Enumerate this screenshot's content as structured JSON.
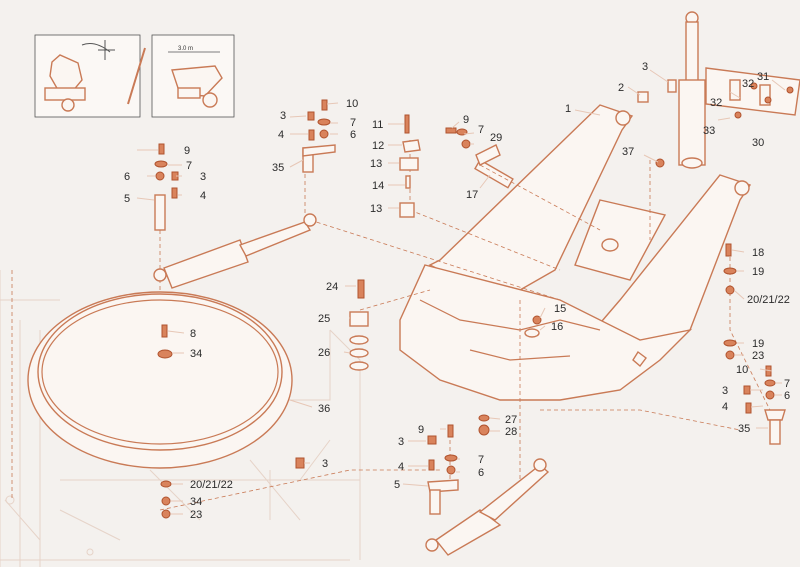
{
  "colors": {
    "background": "#f4f1ee",
    "line": "#c97a56",
    "faint": "#e6d3c8",
    "accent": "#d9835c",
    "text": "#2b2b2b"
  },
  "inset_right": {
    "dimension_label": "3.0 m"
  },
  "callouts": [
    {
      "id": "c1",
      "text": "1"
    },
    {
      "id": "c2",
      "text": "2"
    },
    {
      "id": "c3a",
      "text": "3"
    },
    {
      "id": "c31",
      "text": "31"
    },
    {
      "id": "c32a",
      "text": "32"
    },
    {
      "id": "c32b",
      "text": "32"
    },
    {
      "id": "c33",
      "text": "33"
    },
    {
      "id": "c30",
      "text": "30"
    },
    {
      "id": "c9a",
      "text": "9"
    },
    {
      "id": "c7a",
      "text": "7"
    },
    {
      "id": "c29",
      "text": "29"
    },
    {
      "id": "c37",
      "text": "37"
    },
    {
      "id": "c17",
      "text": "17"
    },
    {
      "id": "c3b",
      "text": "3"
    },
    {
      "id": "c10a",
      "text": "10"
    },
    {
      "id": "c7b",
      "text": "7"
    },
    {
      "id": "c4a",
      "text": "4"
    },
    {
      "id": "c6a",
      "text": "6"
    },
    {
      "id": "c35a",
      "text": "35"
    },
    {
      "id": "c11",
      "text": "11"
    },
    {
      "id": "c12",
      "text": "12"
    },
    {
      "id": "c13a",
      "text": "13"
    },
    {
      "id": "c14",
      "text": "14"
    },
    {
      "id": "c13b",
      "text": "13"
    },
    {
      "id": "c9b",
      "text": "9"
    },
    {
      "id": "c7c",
      "text": "7"
    },
    {
      "id": "c6b",
      "text": "6"
    },
    {
      "id": "c3c",
      "text": "3"
    },
    {
      "id": "c5a",
      "text": "5"
    },
    {
      "id": "c4b",
      "text": "4"
    },
    {
      "id": "c18",
      "text": "18"
    },
    {
      "id": "c19a",
      "text": "19"
    },
    {
      "id": "c202122a",
      "text": "20/21/22"
    },
    {
      "id": "c24",
      "text": "24"
    },
    {
      "id": "c25",
      "text": "25"
    },
    {
      "id": "c26",
      "text": "26"
    },
    {
      "id": "c15",
      "text": "15"
    },
    {
      "id": "c16",
      "text": "16"
    },
    {
      "id": "c8",
      "text": "8"
    },
    {
      "id": "c34a",
      "text": "34"
    },
    {
      "id": "c36",
      "text": "36"
    },
    {
      "id": "c19b",
      "text": "19"
    },
    {
      "id": "c23a",
      "text": "23"
    },
    {
      "id": "c10b",
      "text": "10"
    },
    {
      "id": "c3d",
      "text": "3"
    },
    {
      "id": "c7d",
      "text": "7"
    },
    {
      "id": "c4c",
      "text": "4"
    },
    {
      "id": "c6c",
      "text": "6"
    },
    {
      "id": "c35b",
      "text": "35"
    },
    {
      "id": "c27",
      "text": "27"
    },
    {
      "id": "c28",
      "text": "28"
    },
    {
      "id": "c9c",
      "text": "9"
    },
    {
      "id": "c3e",
      "text": "3"
    },
    {
      "id": "c7e",
      "text": "7"
    },
    {
      "id": "c4d",
      "text": "4"
    },
    {
      "id": "c6d",
      "text": "6"
    },
    {
      "id": "c5b",
      "text": "5"
    },
    {
      "id": "c3f",
      "text": "3"
    },
    {
      "id": "c202122b",
      "text": "20/21/22"
    },
    {
      "id": "c34b",
      "text": "34"
    },
    {
      "id": "c23b",
      "text": "23"
    }
  ]
}
